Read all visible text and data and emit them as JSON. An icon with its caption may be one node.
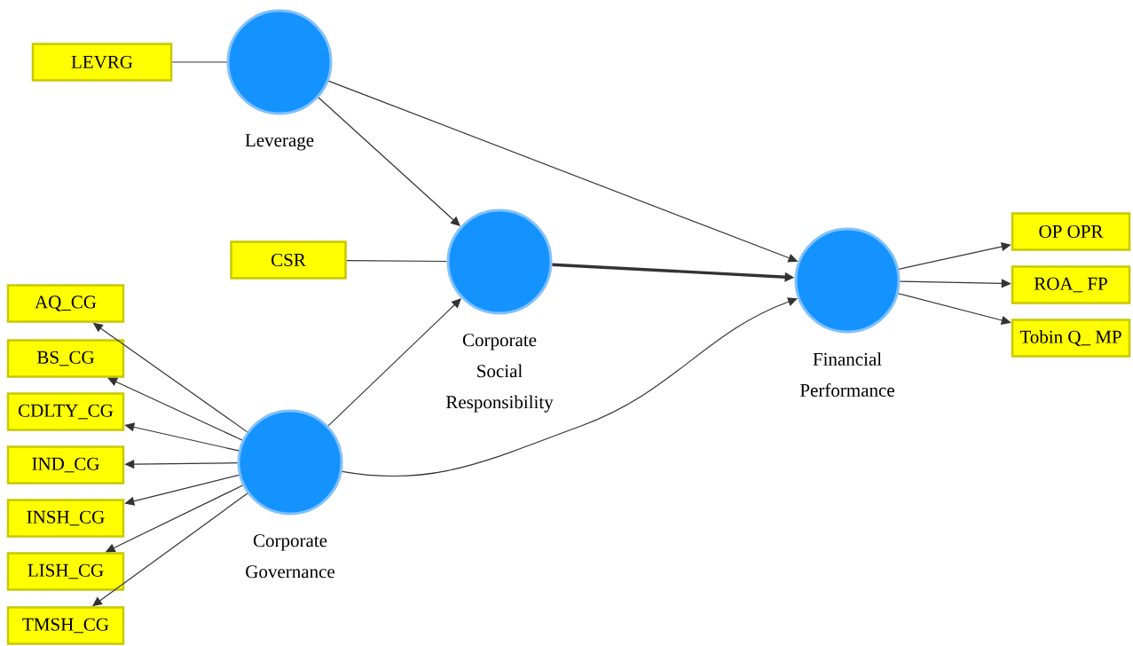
{
  "diagram": {
    "nodes": [
      {
        "text": [
          "LEVRG"
        ]
      },
      {
        "text": [
          "Leverage"
        ]
      },
      {
        "text": [
          "CSR"
        ]
      },
      {
        "text": [
          "Corporate Social Responsibility"
        ]
      },
      {
        "text": [
          "Financial Performance"
        ]
      },
      {
        "text": [
          "OP OPR"
        ]
      },
      {
        "text": [
          "ROA_ FP"
        ]
      },
      {
        "text": [
          "Tobin Q_ MP"
        ]
      },
      {
        "text": [
          "AQ_CG"
        ]
      },
      {
        "text": [
          "BS_CG"
        ]
      },
      {
        "text": [
          "CDLTY_CG"
        ]
      },
      {
        "text": [
          "IND_CG"
        ]
      },
      {
        "text": [
          "INSH_CG"
        ]
      },
      {
        "text": [
          "LISH_CG"
        ]
      },
      {
        "text": [
          "TMSH_CG"
        ]
      },
      {
        "text": [
          "Corporate Governance"
        ]
      }
    ],
    "edges": [
      {
        "from": 0,
        "to": 1,
        "arrow": "none"
      },
      {
        "from": 1,
        "to": 3,
        "arrow": "to"
      },
      {
        "from": 1,
        "to": 4,
        "arrow": "to"
      },
      {
        "from": 2,
        "to": 3,
        "arrow": "none"
      },
      {
        "from": 3,
        "to": 4,
        "arrow": "to",
        "style": "thick"
      },
      {
        "from": 15,
        "to": 3,
        "arrow": "to"
      },
      {
        "from": 15,
        "to": 4,
        "arrow": "to"
      },
      {
        "from": 4,
        "to": 5,
        "arrow": "to"
      },
      {
        "from": 4,
        "to": 6,
        "arrow": "to"
      },
      {
        "from": 4,
        "to": 7,
        "arrow": "to"
      },
      {
        "from": 15,
        "to": 8,
        "arrow": "to"
      },
      {
        "from": 15,
        "to": 9,
        "arrow": "to"
      },
      {
        "from": 15,
        "to": 10,
        "arrow": "to"
      },
      {
        "from": 15,
        "to": 11,
        "arrow": "to"
      },
      {
        "from": 15,
        "to": 12,
        "arrow": "to"
      },
      {
        "from": 15,
        "to": 13,
        "arrow": "to"
      },
      {
        "from": 15,
        "to": 14,
        "arrow": "to"
      }
    ]
  }
}
